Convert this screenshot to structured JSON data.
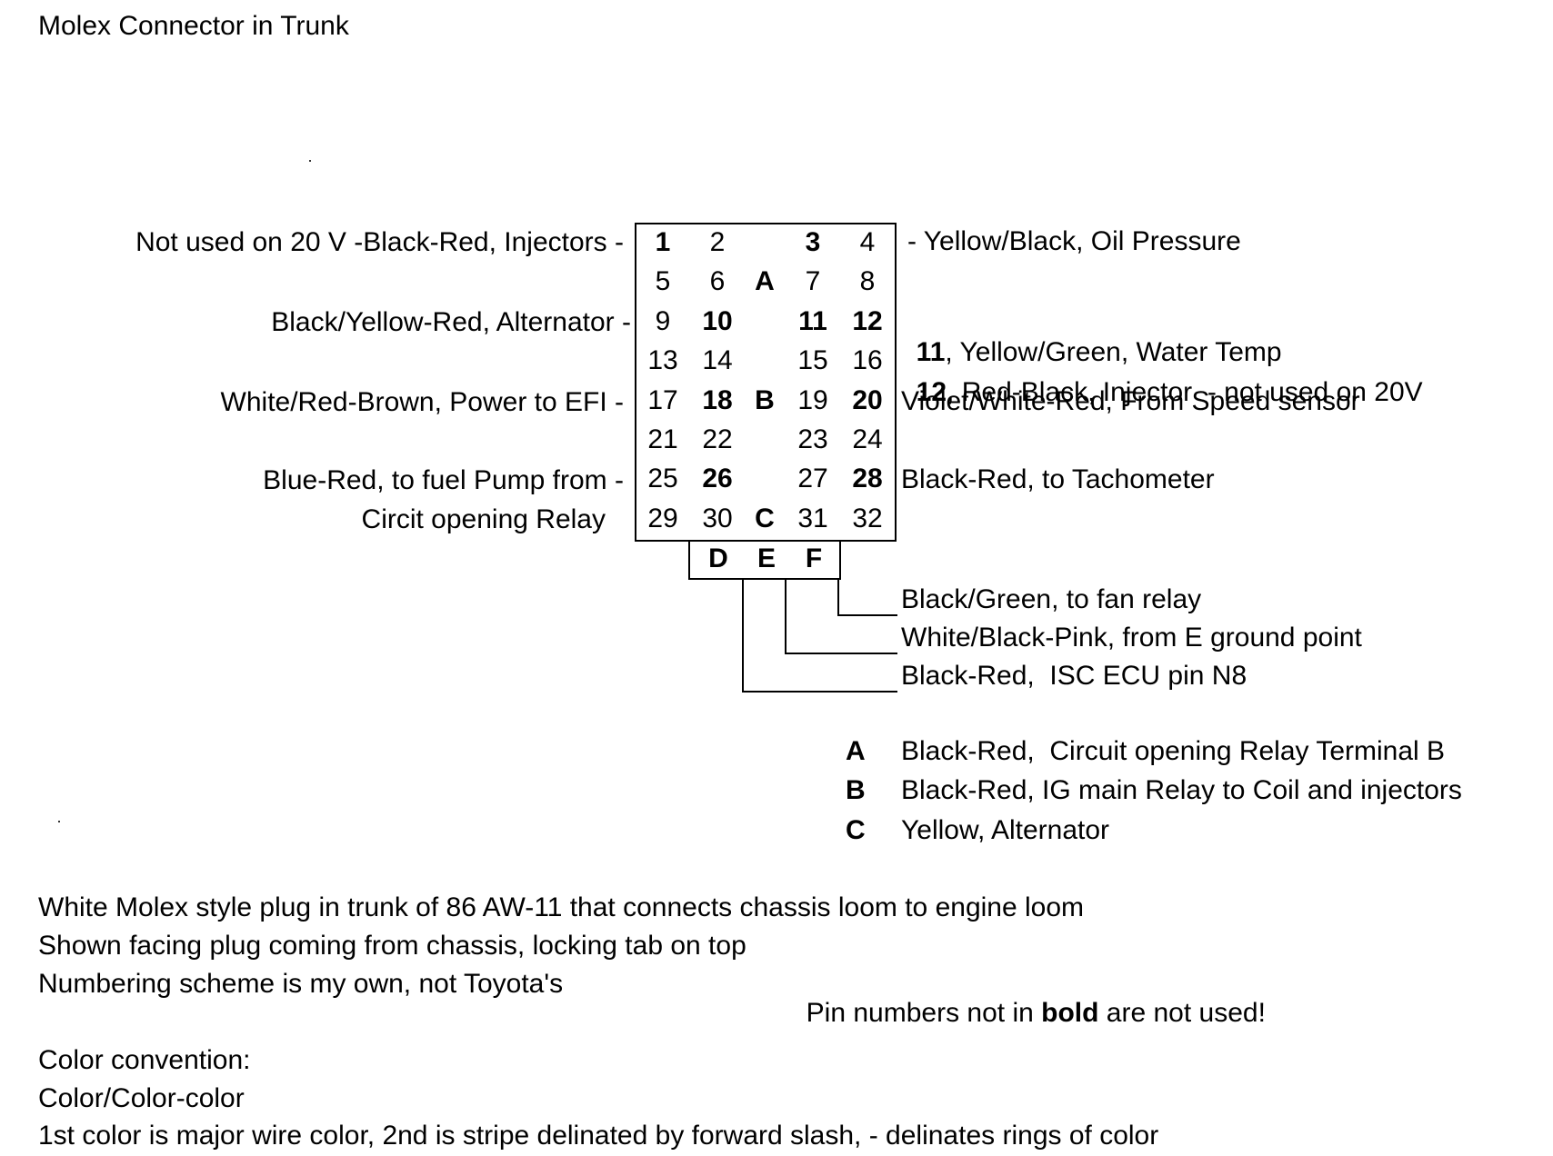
{
  "title": "Molex Connector in Trunk",
  "left_labels": {
    "row1": "Not used on 20 V -Black-Red, Injectors -",
    "row3": "Black/Yellow-Red, Alternator -",
    "row5": "White/Red-Brown, Power to EFI -",
    "row7": "Blue-Red, to fuel Pump from -",
    "row8": "Circit opening Relay"
  },
  "right_labels": {
    "row1": "- Yellow/Black, Oil Pressure",
    "row3_pin": "11",
    "row3_text": ", Yellow/Green, Water Temp",
    "row4_pin": "12",
    "row4_text": ", Red-Black, Injector  - not used on 20V",
    "row5": "Violet/White-Red, From Speed sensor",
    "row7": "Black-Red, to Tachometer"
  },
  "connector": {
    "rows": [
      [
        "1",
        "2",
        "",
        "3",
        "4"
      ],
      [
        "5",
        "6",
        "A",
        "7",
        "8"
      ],
      [
        "9",
        "10",
        "",
        "11",
        "12"
      ],
      [
        "13",
        "14",
        "",
        "15",
        "16"
      ],
      [
        "17",
        "18",
        "B",
        "19",
        "20"
      ],
      [
        "21",
        "22",
        "",
        "23",
        "24"
      ],
      [
        "25",
        "26",
        "",
        "27",
        "28"
      ],
      [
        "29",
        "30",
        "C",
        "31",
        "32"
      ]
    ],
    "bold_pins": [
      "1",
      "3",
      "10",
      "11",
      "12",
      "18",
      "20",
      "26",
      "28",
      "A",
      "B",
      "C"
    ],
    "bottom_pins": [
      "D",
      "E",
      "F"
    ]
  },
  "def_labels": {
    "F": "Black/Green, to fan relay",
    "E": "White/Black-Pink, from E ground point",
    "D": "Black-Red,  ISC ECU pin N8"
  },
  "legend": [
    {
      "key": "A",
      "text": "Black-Red,  Circuit opening Relay Terminal B"
    },
    {
      "key": "B",
      "text": "Black-Red, IG main Relay to Coil and injectors"
    },
    {
      "key": "C",
      "text": "Yellow, Alternator"
    }
  ],
  "notes": {
    "line1": "White Molex style plug in trunk of 86 AW-11 that connects chassis loom to engine loom",
    "line2": "Shown facing plug coming from chassis, locking tab on top",
    "line3": "Numbering scheme is my own, not Toyota's",
    "bold_note_pre": "Pin numbers not in ",
    "bold_note_bold": "bold",
    "bold_note_post": " are not used!"
  },
  "color_convention": {
    "heading": "Color convention:",
    "format": "Color/Color-color",
    "explanation": "1st color is major wire color, 2nd is stripe delinated by forward slash, - delinates rings of color"
  }
}
